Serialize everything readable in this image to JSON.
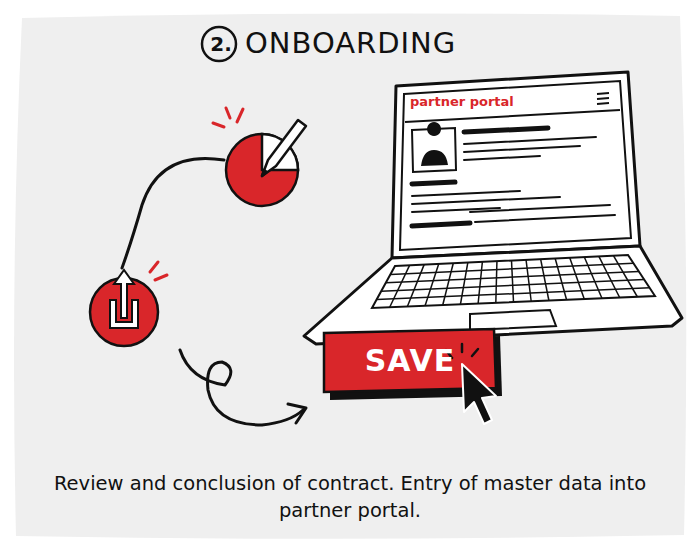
{
  "diagram": {
    "title": "ONBOARDING",
    "caption": "Review and conclusion of contract. Entry of master data into partner portal.",
    "nodes": [
      {
        "text": [
          "partner portal"
        ]
      },
      {
        "text": [
          "SAVE"
        ]
      }
    ],
    "labels": [
      "2."
    ]
  }
}
